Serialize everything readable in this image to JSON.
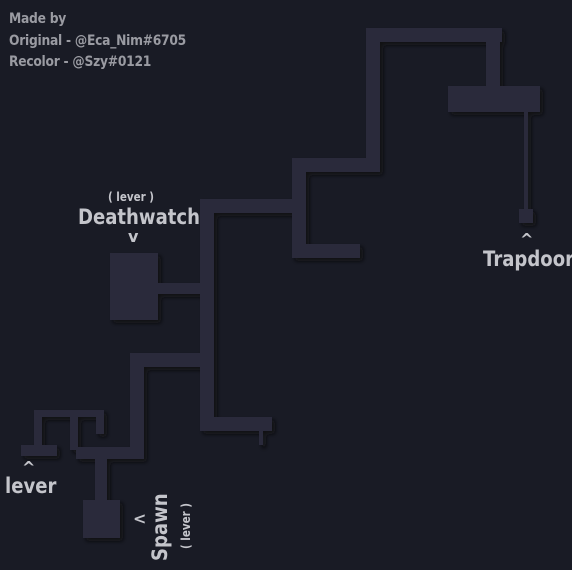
{
  "credits": {
    "line1": "Made by",
    "line2": "Original - @Eca_Nim#6705",
    "line3": "Recolor - @Szy#0121"
  },
  "labels": {
    "deathwatch_lever": "( lever )",
    "deathwatch": "Deathwatch",
    "deathwatch_caret": "v",
    "trapdoor_caret": "^",
    "trapdoor": "Trapdoor",
    "lever_caret": "^",
    "lever": "lever",
    "spawn_caret": "<",
    "spawn": "Spawn",
    "spawn_lever": "( lever )"
  },
  "colors": {
    "background": "#191b25",
    "path": "#292c3a",
    "shadow": "#111218",
    "text": "#c4c5cb",
    "credit_text": "#9a9ba2"
  }
}
